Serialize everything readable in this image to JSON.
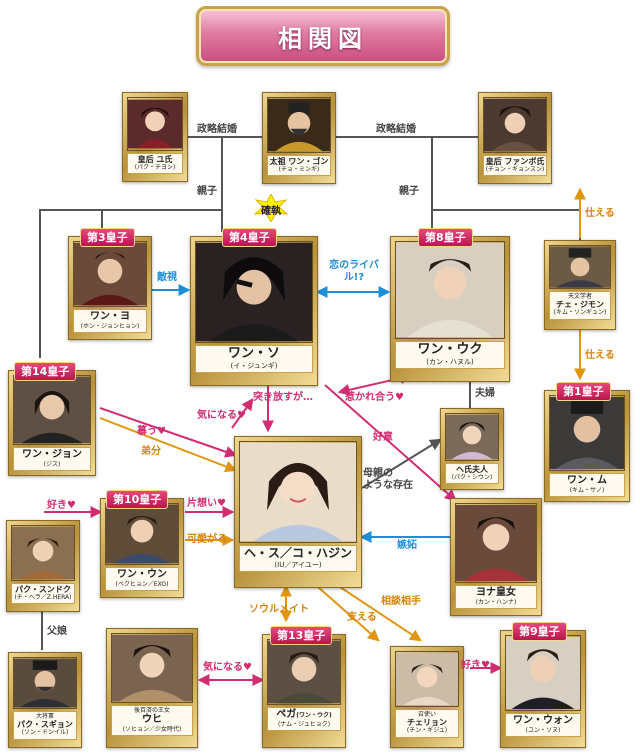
{
  "title": "相関図",
  "colors": {
    "pink": "#d22c72",
    "blue": "#1d8ed8",
    "orange": "#d9830a",
    "gray": "#555555",
    "gold": "#c9a24a"
  },
  "characters": {
    "yu": {
      "name": "皇后 ユ氏",
      "actor": "(パク・チヨン)"
    },
    "taejo": {
      "name": "太祖 ワン・ゴン",
      "actor": "(チョ・ミンギ)"
    },
    "hwangbo": {
      "name": "皇后 ファンボ氏",
      "actor": "(チョン・ギョンスン)"
    },
    "wang_yo": {
      "badge": "第3皇子",
      "name": "ワン・ヨ",
      "actor": "(ホン・ジョンヒョン)"
    },
    "wang_so": {
      "badge": "第4皇子",
      "name": "ワン・ソ",
      "actor": "(イ・ジュンギ)"
    },
    "wang_wook": {
      "badge": "第8皇子",
      "name": "ワン・ウク",
      "actor": "(カン・ハヌル)"
    },
    "choi_ji_mong": {
      "role": "天文学者",
      "name": "チェ・ジモン",
      "actor": "(キム・ソンギュン)"
    },
    "wang_mu": {
      "badge": "第1皇子",
      "name": "ワン・ム",
      "actor": "(キム・サノ)"
    },
    "wang_jung": {
      "badge": "第14皇子",
      "name": "ワン・ジョン",
      "actor": "(ジス)"
    },
    "lady_hae": {
      "name": "ヘ氏夫人",
      "actor": "(パク・シウン)"
    },
    "hae_soo": {
      "name": "ヘ・ス／コ・ハジン",
      "actor": "(IU／アイユー)"
    },
    "wang_eun": {
      "badge": "第10皇子",
      "name": "ワン・ウン",
      "actor": "(ベクヒョン／EXO)"
    },
    "yeon_hwa": {
      "name": "ヨナ皇女",
      "actor": "(カン・ハンナ)"
    },
    "soon_deok": {
      "name": "パク・スンドク",
      "actor": "(チ・ヘラ／Z.HERA)"
    },
    "soo_kyung": {
      "role": "大将軍",
      "name": "パク・スギョン",
      "actor": "(ソン・ドンイル)"
    },
    "woo_hee": {
      "role": "後百済の王女",
      "name": "ウヒ",
      "actor": "(ソヒョン／少女時代)"
    },
    "baek_ah": {
      "badge": "第13皇子",
      "name": "ペガ",
      "name_note": "(ワン・ウク)",
      "actor": "(ナム・ジュヒョク)"
    },
    "chae_ryung": {
      "role": "召使い",
      "name": "チェリョン",
      "actor": "(チン・ギジュ)"
    },
    "wang_won": {
      "badge": "第9皇子",
      "name": "ワン・ウォン",
      "actor": "(ユン・ソヌ)"
    }
  },
  "relations": {
    "political_marriage_1": "政略結婚",
    "political_marriage_2": "政略結婚",
    "parent_child_1": "親子",
    "parent_child_2": "親子",
    "kakushitsu": "確執",
    "hostility": "敵視",
    "love_rival": "恋のライバル!?",
    "serves_1": "仕える",
    "serves_2": "仕える",
    "push_away": "突き放すが…",
    "attracted": "惹かれ合う♥",
    "married_couple": "夫婦",
    "adore": "慕う♥",
    "interested_1": "気になる♥",
    "younger_sister": "弟分",
    "goodwill": "好意",
    "mother_like": "母親の\nような存在",
    "likes_1": "好き♥",
    "unrequited": "片想い♥",
    "cherished": "可愛がる",
    "jealousy": "嫉妬",
    "father_daughter": "父娘",
    "soulmate": "ソウルメイト",
    "supports": "支える",
    "confidant": "相談相手",
    "interested_2": "気になる♥",
    "likes_2": "好き♥"
  }
}
